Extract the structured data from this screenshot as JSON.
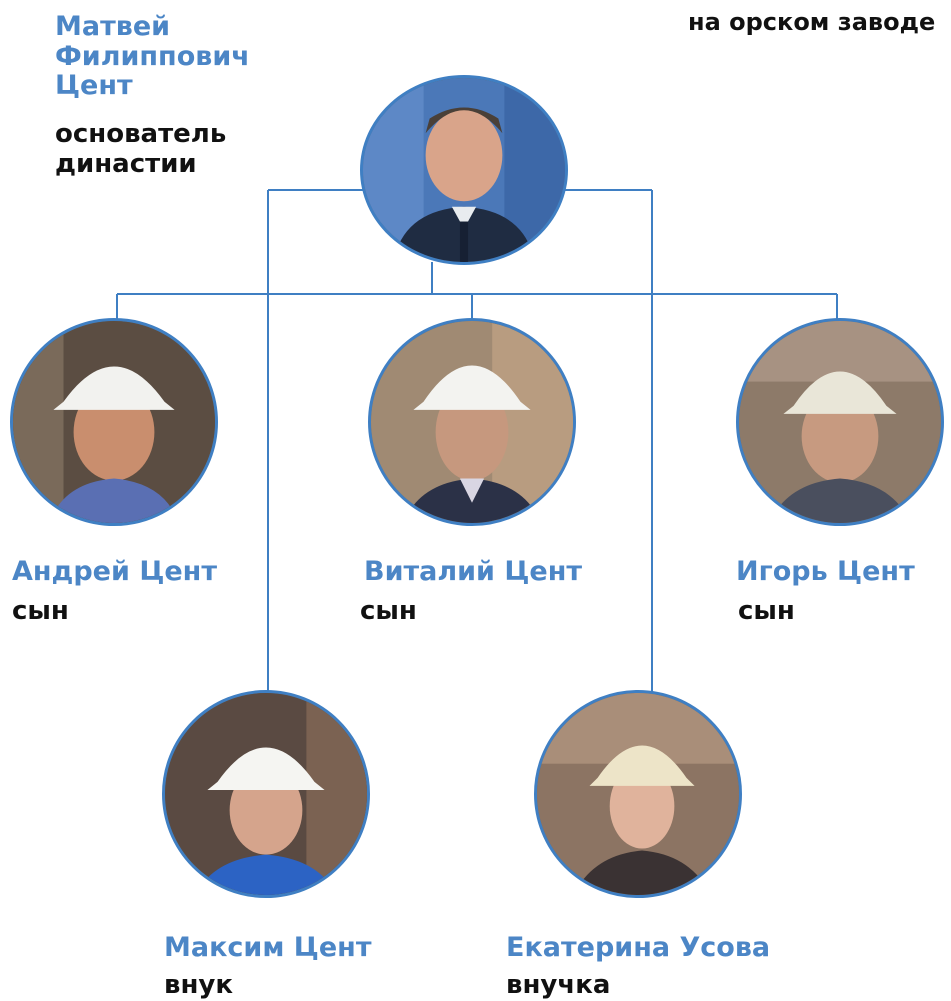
{
  "caption": "на орском заводе",
  "colors": {
    "accent": "#4c86c6",
    "line": "#3f7fc3",
    "text": "#111111"
  },
  "founder": {
    "name_lines": [
      "Матвей",
      "Филиппович",
      "Цент"
    ],
    "role_lines": [
      "основатель",
      "династии"
    ]
  },
  "sons": [
    {
      "name": "Андрей Цент",
      "role": "сын"
    },
    {
      "name": "Виталий Цент",
      "role": "сын"
    },
    {
      "name": "Игорь Цент",
      "role": "сын"
    }
  ],
  "grandchildren": [
    {
      "name": "Максим Цент",
      "role": "внук"
    },
    {
      "name": "Екатерина Усова",
      "role": "внучка"
    }
  ]
}
